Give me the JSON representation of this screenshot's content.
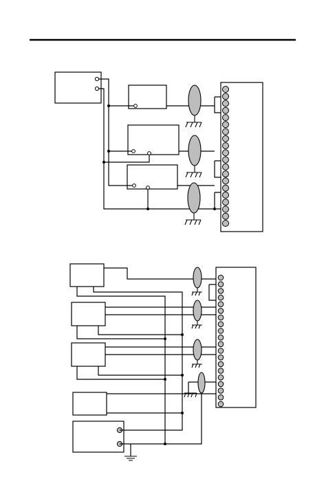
{
  "page": {
    "header_rule": "horizontal-rule",
    "diagrams": [
      {
        "id": "upper-wiring-diagram",
        "module_boxes": 4,
        "shields": 3,
        "terminal_blocks": 1
      },
      {
        "id": "lower-wiring-diagram",
        "module_boxes": 5,
        "shields": 4,
        "terminal_blocks": 1
      }
    ]
  },
  "colors": {
    "line": "#000000",
    "terminal_fill": "#bdbdbd",
    "shield_fill": "#bdbdbd",
    "background": "#ffffff"
  },
  "icons": {
    "terminal": "terminal-screw-icon",
    "shield": "cable-shield-icon",
    "ground": "ground-icon",
    "chassis_ground": "chassis-ground-icon"
  }
}
